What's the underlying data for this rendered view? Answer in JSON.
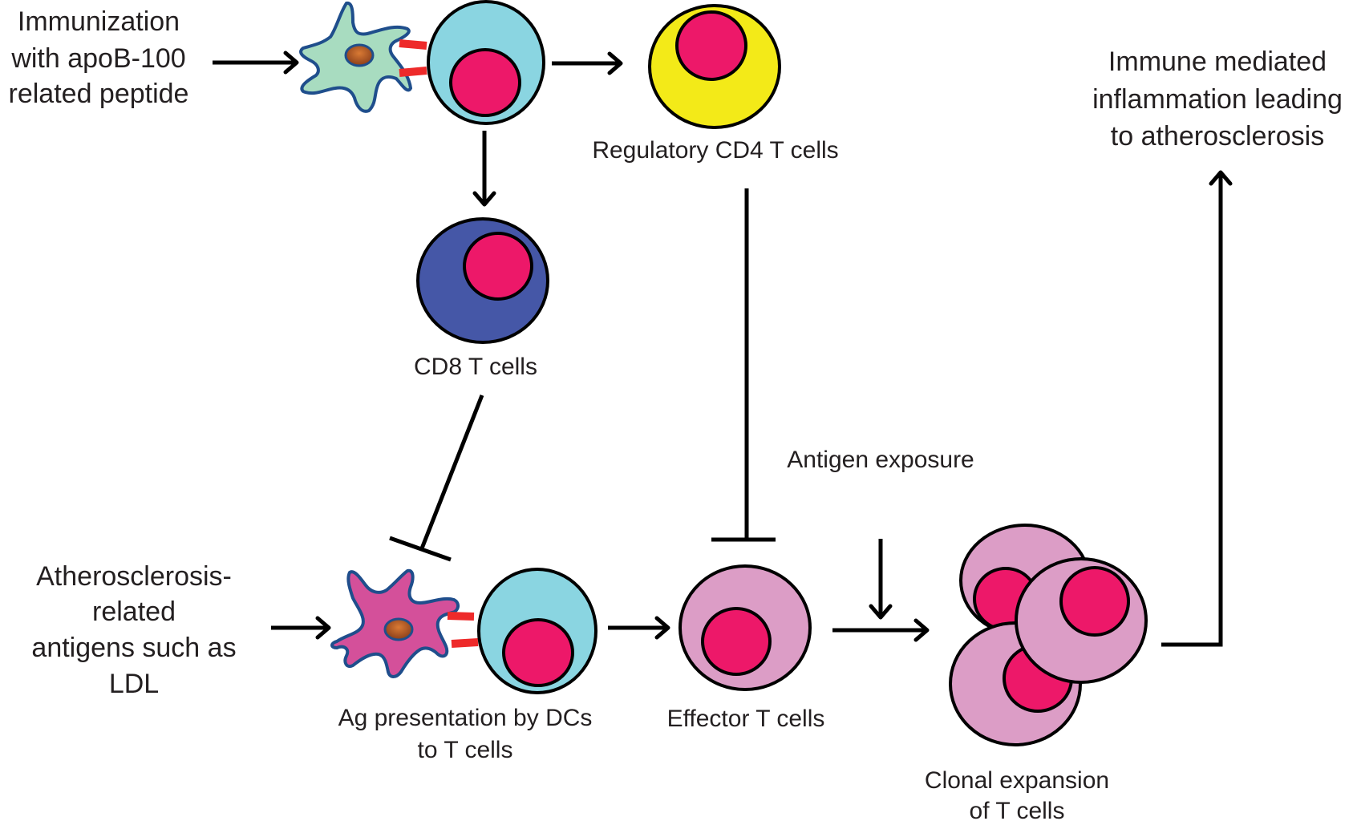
{
  "figure": {
    "title": "Immune regulation of atherosclerosis by apoB-100 peptide immunization",
    "colors": {
      "nucleus": "#ed1869",
      "naive_t_cell": "#8ad5e1",
      "regulatory_t_cell": "#f3ea18",
      "cd8_t_cell": "#4557a7",
      "effector_t_cell": "#dc9dc6",
      "dendritic_cell_immunization": "#a8dcc0",
      "dendritic_cell_disease": "#d4509a",
      "dc_nucleus": "#c4622a",
      "synapse_bar": "#ee2a2a",
      "outline": "#000000",
      "text": "#231f20"
    }
  },
  "labels": {
    "immunization": [
      "Immunization",
      "with apoB-100",
      "related peptide"
    ],
    "regulatory": "Regulatory CD4 T cells",
    "cd8": "CD8 T cells",
    "outcome": [
      "Immune mediated",
      "inflammation leading",
      "to atherosclerosis"
    ],
    "antigens": [
      "Atherosclerosis-",
      "related",
      "antigens such as",
      "LDL"
    ],
    "antigen_exposure": "Antigen exposure",
    "ag_presentation": [
      "Ag presentation by DCs",
      "to T cells"
    ],
    "effector": "Effector T cells",
    "clonal": [
      "Clonal expansion",
      "of T cells"
    ]
  },
  "nodes": [
    {
      "id": "immunization",
      "type": "text"
    },
    {
      "id": "dc_immunization",
      "type": "dendritic-cell"
    },
    {
      "id": "t_cell_immunization",
      "type": "t-cell"
    },
    {
      "id": "regulatory_cd4",
      "type": "t-cell"
    },
    {
      "id": "cd8",
      "type": "t-cell"
    },
    {
      "id": "antigens",
      "type": "text"
    },
    {
      "id": "dc_disease",
      "type": "dendritic-cell"
    },
    {
      "id": "t_cell_disease",
      "type": "t-cell"
    },
    {
      "id": "effector",
      "type": "t-cell"
    },
    {
      "id": "clonal_expansion",
      "type": "t-cell-cluster"
    },
    {
      "id": "outcome",
      "type": "text"
    }
  ],
  "edges": [
    {
      "from": "immunization",
      "to": "dc_immunization",
      "kind": "activates"
    },
    {
      "from": "t_cell_immunization",
      "to": "regulatory_cd4",
      "kind": "activates"
    },
    {
      "from": "t_cell_immunization",
      "to": "cd8",
      "kind": "activates"
    },
    {
      "from": "cd8",
      "to": "dc_disease",
      "kind": "inhibits"
    },
    {
      "from": "regulatory_cd4",
      "to": "effector",
      "kind": "inhibits"
    },
    {
      "from": "antigens",
      "to": "dc_disease",
      "kind": "activates"
    },
    {
      "from": "t_cell_disease",
      "to": "effector",
      "kind": "activates"
    },
    {
      "from": "effector",
      "to": "clonal_expansion",
      "kind": "activates"
    },
    {
      "from": "antigen_exposure",
      "to": "clonal_expansion",
      "kind": "activates"
    },
    {
      "from": "clonal_expansion",
      "to": "outcome",
      "kind": "activates"
    }
  ]
}
